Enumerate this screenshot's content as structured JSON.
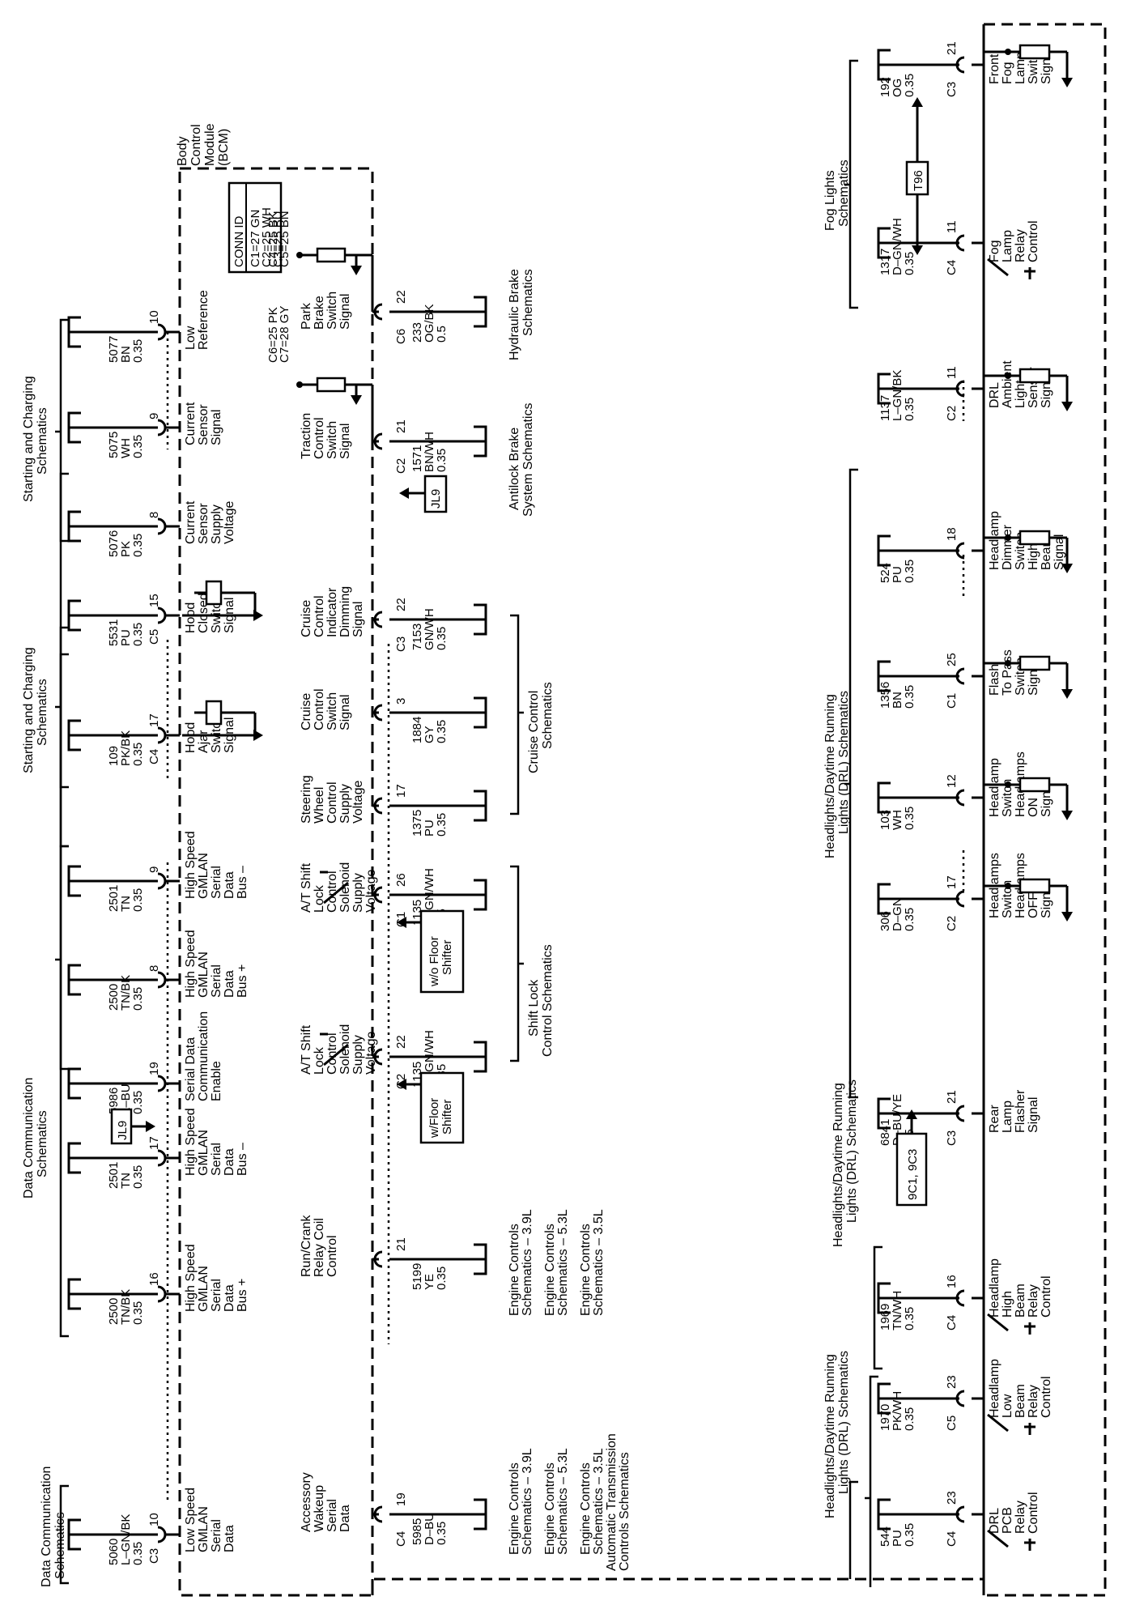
{
  "bcm_title": [
    "Body",
    "Control",
    "Module",
    "(BCM)"
  ],
  "conn_table": {
    "title": "CONN ID",
    "rows": [
      "C1=27 GN",
      "C2=25 WH",
      "C3=25 BU",
      "C4=25 BK",
      "C5=25 BN",
      "C6=25 PK",
      "C7=28 GY"
    ]
  },
  "top_circuits": [
    {
      "conn": "C3",
      "pin": "10",
      "wire": [
        "5060",
        "L–GN/BK",
        "0.35"
      ],
      "label": [
        "Low Speed",
        "GMLAN",
        "Serial",
        "Data"
      ]
    },
    {
      "conn": "",
      "pin": "16",
      "wire": [
        "2500",
        "TN/BK",
        "0.35"
      ],
      "label": [
        "High Speed",
        "GMLAN",
        "Serial",
        "Data",
        "Bus +"
      ]
    },
    {
      "conn": "",
      "pin": "17",
      "wire": [
        "2501",
        "TN",
        "0.35"
      ],
      "label": [
        "High Speed",
        "GMLAN",
        "Serial",
        "Data",
        "Bus –"
      ]
    },
    {
      "conn": "",
      "pin": "19",
      "wire": [
        "5986",
        "L–BU",
        "0.35"
      ],
      "label": [
        "Serial Data",
        "Communication",
        "Enable"
      ]
    },
    {
      "conn": "",
      "pin": "8",
      "wire": [
        "2500",
        "TN/BK",
        "0.35"
      ],
      "label": [
        "High Speed",
        "GMLAN",
        "Serial",
        "Data",
        "Bus +"
      ]
    },
    {
      "conn": "",
      "pin": "9",
      "wire": [
        "2501",
        "TN",
        "0.35"
      ],
      "label": [
        "High Speed",
        "GMLAN",
        "Serial",
        "Data",
        "Bus –"
      ]
    },
    {
      "conn": "C4",
      "pin": "17",
      "wire": [
        "109",
        "PK/BK",
        "0.35"
      ],
      "label": [
        "Hood",
        "Ajar",
        "Switch",
        "Signal"
      ]
    },
    {
      "conn": "C5",
      "pin": "15",
      "wire": [
        "5531",
        "PU",
        "0.35"
      ],
      "label": [
        "Hood",
        "Closed",
        "Switch",
        "Signal"
      ]
    },
    {
      "conn": "",
      "pin": "8",
      "wire": [
        "5076",
        "PK",
        "0.35"
      ],
      "label": [
        "Current",
        "Sensor",
        "Supply",
        "Voltage"
      ]
    },
    {
      "conn": "",
      "pin": "9",
      "wire": [
        "5075",
        "WH",
        "0.35"
      ],
      "label": [
        "Current",
        "Sensor",
        "Signal"
      ]
    },
    {
      "conn": "",
      "pin": "10",
      "wire": [
        "5077",
        "BN",
        "0.35"
      ],
      "label": [
        "Low",
        "Reference"
      ]
    }
  ],
  "top_refs": [
    {
      "text": [
        "Data Communication",
        "Schematics"
      ]
    },
    {
      "text": [
        "Data Communication",
        "Schematics"
      ]
    },
    {
      "text": [
        "Starting and Charging",
        "Schematics"
      ]
    },
    {
      "text": [
        "Starting and Charging",
        "Schematics"
      ]
    }
  ],
  "jl9": "JL9",
  "mid_circuits": [
    {
      "conn": "C4",
      "pin": "19",
      "wire": [
        "5985",
        "D–BU",
        "0.35"
      ],
      "label": [
        "Accessory",
        "Wakeup",
        "Serial",
        "Data"
      ]
    },
    {
      "conn": "",
      "pin": "21",
      "wire": [
        "5199",
        "YE",
        "0.35"
      ],
      "label": [
        "Run/Crank",
        "Relay Coil",
        "Control"
      ]
    },
    {
      "conn": "C2",
      "pin": "22",
      "wire": [
        "1135",
        "D–GN/WH",
        "0.35"
      ],
      "label": [
        "A/T Shift",
        "Lock",
        "Control",
        "Solenoid",
        "Supply",
        "Voltage"
      ]
    },
    {
      "conn": "C1",
      "pin": "26",
      "wire": [
        "1135",
        "D–GN/WH",
        "0.5"
      ],
      "label": [
        "A/T Shift",
        "Lock",
        "Control",
        "Solenoid",
        "Supply",
        "Voltage"
      ]
    },
    {
      "conn": "",
      "pin": "17",
      "wire": [
        "1375",
        "PU",
        "0.35"
      ],
      "label": [
        "Steering",
        "Wheel",
        "Control",
        "Supply",
        "Voltage"
      ]
    },
    {
      "conn": "",
      "pin": "3",
      "wire": [
        "1884",
        "GY",
        "0.35"
      ],
      "label": [
        "Cruise",
        "Control",
        "Switch",
        "Signal"
      ]
    },
    {
      "conn": "C3",
      "pin": "22",
      "wire": [
        "7153",
        "GN/WH",
        "0.35"
      ],
      "label": [
        "Cruise",
        "Control",
        "Indicator",
        "Dimming",
        "Signal"
      ]
    },
    {
      "conn": "C2",
      "pin": "21",
      "wire": [
        "1571",
        "BN/WH",
        "0.35"
      ],
      "label": [
        "Traction",
        "Control",
        "Switch",
        "Signal"
      ]
    },
    {
      "conn": "C6",
      "pin": "22",
      "wire": [
        "233",
        "OG/BK",
        "0.5"
      ],
      "label": [
        "Park",
        "Brake",
        "Switch",
        "Signal"
      ]
    }
  ],
  "mid_refs": {
    "engine_a": [
      "Engine Controls",
      "Schematics – 3.9L",
      "Engine Controls",
      "Schematics – 5.3L",
      "Engine Controls",
      "Schematics – 3.5L",
      "Automatic Transmission",
      "Controls Schematics"
    ],
    "engine_b": [
      "Engine Controls",
      "Schematics – 3.9L",
      "Engine Controls",
      "Schematics – 5.3L",
      "Engine Controls",
      "Schematics – 3.5L"
    ],
    "shift_lock": [
      "Shift Lock",
      "Control Schematics"
    ],
    "cruise": [
      "Cruise Control",
      "Schematics"
    ],
    "abs": [
      "Antilock Brake",
      "System Schematics"
    ],
    "hydraulic": [
      "Hydraulic Brake",
      "Schematics"
    ],
    "w_floor": [
      "w/Floor",
      "Shifter"
    ],
    "wo_floor": [
      "w/o Floor",
      "Shifter"
    ]
  },
  "bot_circuits": [
    {
      "conn": "C4",
      "pin": "23",
      "wire": [
        "544",
        "PU",
        "0.35"
      ],
      "label": [
        "DRL",
        "PCB",
        "Relay",
        "Control"
      ]
    },
    {
      "conn": "C5",
      "pin": "23",
      "wire": [
        "1970",
        "PK/WH",
        "0.35"
      ],
      "label": [
        "Headlamp",
        "Low",
        "Beam",
        "Relay",
        "Control"
      ]
    },
    {
      "conn": "C4",
      "pin": "16",
      "wire": [
        "1969",
        "TN/WH",
        "0.35"
      ],
      "label": [
        "Headlamp",
        "High",
        "Beam",
        "Relay",
        "Control"
      ]
    },
    {
      "conn": "C3",
      "pin": "21",
      "wire": [
        "6841",
        "D–BU/YE",
        "0.5"
      ],
      "label": [
        "Rear",
        "Lamp",
        "Flasher",
        "Signal"
      ]
    },
    {
      "conn": "C2",
      "pin": "17",
      "wire": [
        "306",
        "D–GN",
        "0.35"
      ],
      "label": [
        "Headlamps",
        "Switch",
        "Headlamps",
        "OFF",
        "Signal"
      ]
    },
    {
      "conn": "",
      "pin": "12",
      "wire": [
        "103",
        "WH",
        "0.35"
      ],
      "label": [
        "Headlamp",
        "Switch",
        "Headlamps",
        "ON",
        "Signal"
      ]
    },
    {
      "conn": "C1",
      "pin": "25",
      "wire": [
        "1356",
        "BN",
        "0.35"
      ],
      "label": [
        "Flash",
        "To Pass",
        "Switch",
        "Signal"
      ]
    },
    {
      "conn": "",
      "pin": "18",
      "wire": [
        "524",
        "PU",
        "0.35"
      ],
      "label": [
        "Headlamp",
        "Dimmer",
        "Switch",
        "High",
        "Beam",
        "Signal"
      ]
    },
    {
      "conn": "C2",
      "pin": "11",
      "wire": [
        "1137",
        "L–GN/BK",
        "0.35"
      ],
      "label": [
        "DRL",
        "Ambient",
        "Light",
        "Sensor",
        "Signal"
      ]
    },
    {
      "conn": "C4",
      "pin": "11",
      "wire": [
        "1317",
        "D–GN/WH",
        "0.35"
      ],
      "label": [
        "Fog",
        "Lamp",
        "Relay",
        "Control"
      ]
    },
    {
      "conn": "C3",
      "pin": "21",
      "wire": [
        "192",
        "OG",
        "0.35"
      ],
      "label": [
        "Front",
        "Fog",
        "Lamp",
        "Switch",
        "Signal"
      ]
    }
  ],
  "bot_refs": {
    "drl_a": [
      "Headlights/Daytime Running",
      "Lights (DRL) Schematics"
    ],
    "drl_b": [
      "Headlights/Daytime Running",
      "Lights (DRL) Schematics"
    ],
    "drl_c": [
      "Headlights/Daytime Running",
      "Lights (DRL) Schematics"
    ],
    "fog": [
      "Fog Lights",
      "Schematics"
    ],
    "ref_9c": "9C1, 9C3",
    "ref_t96": "T96"
  }
}
